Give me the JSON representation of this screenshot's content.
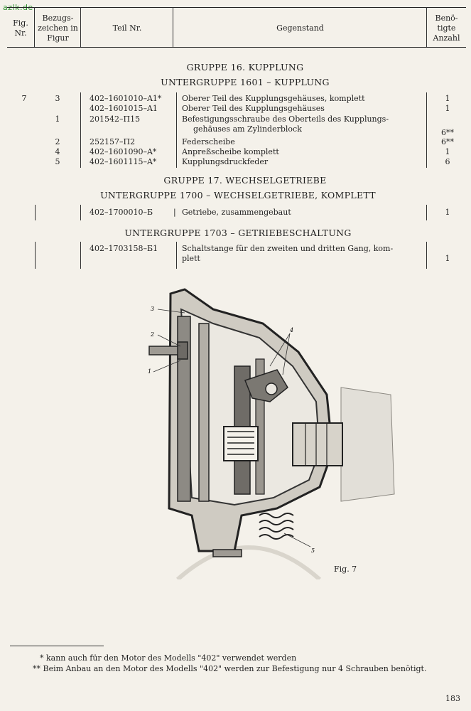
{
  "watermark": "azlk.de",
  "header": {
    "fig": "Fig. Nr.",
    "bezugszeichen": "Bezugs- zeichen in Figur",
    "teil": "Teil Nr.",
    "gegenstand": "Gegenstand",
    "anzahl": "Benö- tigte Anzahl"
  },
  "groups": {
    "g16": "GRUPPE 16. KUPPLUNG",
    "ug1601": "UNTERGRUPPE 1601 – KUPPLUNG",
    "g17": "GRUPPE 17. WECHSELGETRIEBE",
    "ug1700": "UNTERGRUPPE 1700 – WECHSELGETRIEBE, KOMPLETT",
    "ug1703": "UNTERGRUPPE 1703 – GETRIEBESCHALTUNG"
  },
  "rows_1601": [
    {
      "fig": "7",
      "bez": "3",
      "teil": "402–1601010–A1*",
      "geg": "Oberer Teil des Kupplungsgehäuses, komplett",
      "anz": "1"
    },
    {
      "fig": "",
      "bez": "",
      "teil": "402–1601015–A1",
      "geg": "Oberer Teil des Kupplungsgehäuses",
      "anz": "1"
    },
    {
      "fig": "",
      "bez": "1",
      "teil": "201542–П15",
      "geg": "Befestigungsschraube des Oberteils des Kupplungs-",
      "anz": ""
    },
    {
      "fig": "",
      "bez": "",
      "teil": "",
      "geg": "gehäuses am Zylinderblock",
      "anz": "6**"
    },
    {
      "fig": "",
      "bez": "2",
      "teil": "252157–П2",
      "geg": "Federscheibe",
      "anz": "6**"
    },
    {
      "fig": "",
      "bez": "4",
      "teil": "402–1601090–A*",
      "geg": "Anpreßscheibe komplett",
      "anz": "1"
    },
    {
      "fig": "",
      "bez": "5",
      "teil": "402–1601115–A*",
      "geg": "Kupplungsdruckfeder",
      "anz": "6"
    }
  ],
  "rows_1700": [
    {
      "teil": "402–1700010–Б",
      "geg": "Getriebe, zusammengebaut",
      "anz": "1"
    }
  ],
  "rows_1703": [
    {
      "teil": "402–1703158–Б1",
      "geg": "Schaltstange für den zweiten und dritten Gang, kom-",
      "anz": ""
    },
    {
      "teil": "",
      "geg": "plett",
      "anz": "1"
    }
  ],
  "figure": {
    "caption": "Fig. 7",
    "callouts": [
      "1",
      "2",
      "3",
      "4",
      "5"
    ]
  },
  "footnotes": [
    "* kann auch für den Motor des Modells \"402\" verwendet werden",
    "** Beim Anbau an den Motor des Modells \"402\" werden zur Befestigung nur 4 Schrauben benötigt."
  ],
  "page_number": "183"
}
